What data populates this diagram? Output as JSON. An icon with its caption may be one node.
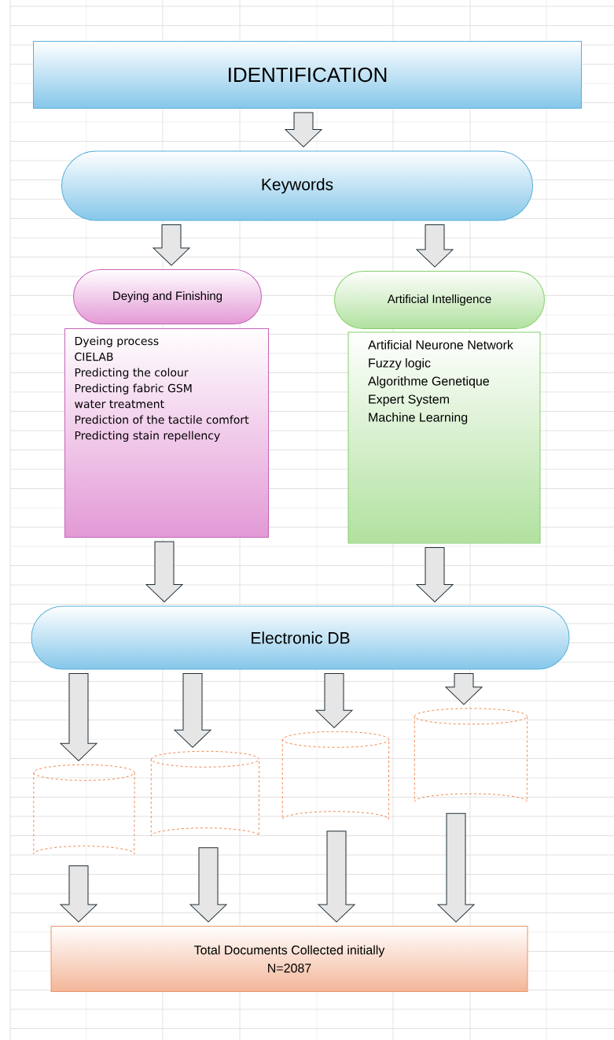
{
  "diagram": {
    "nodes": [
      {
        "text": [
          "IDENTIFICATION"
        ]
      },
      {
        "text": [
          "Keywords"
        ]
      },
      {
        "text": [
          "Deying and Finishing"
        ]
      },
      {
        "text": [
          "Dyeing process",
          "CIELAB",
          "Predicting the colour",
          "Predicting fabric GSM",
          "water treatment",
          "Prediction of the tactile comfort",
          "Predicting stain repellency"
        ]
      },
      {
        "text": [
          "Artificial Intelligence"
        ]
      },
      {
        "text": [
          "Artificial Neurone Network",
          "Fuzzy logic",
          "Algorithme Genetique",
          "Expert System",
          "Machine Learning"
        ]
      },
      {
        "text": [
          "Electronic DB"
        ]
      },
      {
        "text": [],
        "shape": "cylinder"
      },
      {
        "text": [],
        "shape": "cylinder"
      },
      {
        "text": [],
        "shape": "cylinder"
      },
      {
        "text": [],
        "shape": "cylinder"
      },
      {
        "text": [
          "Total Documents Collected initially",
          "N=2087"
        ]
      }
    ],
    "edges": [
      {
        "from": 0,
        "to": 1,
        "arrow": "to"
      },
      {
        "from": 1,
        "to": 2,
        "arrow": "to"
      },
      {
        "from": 1,
        "to": 4,
        "arrow": "to"
      },
      {
        "from": 3,
        "to": 6,
        "arrow": "to"
      },
      {
        "from": 5,
        "to": 6,
        "arrow": "to"
      },
      {
        "from": 6,
        "to": 7,
        "arrow": "to"
      },
      {
        "from": 6,
        "to": 8,
        "arrow": "to"
      },
      {
        "from": 6,
        "to": 9,
        "arrow": "to"
      },
      {
        "from": 6,
        "to": 10,
        "arrow": "to"
      },
      {
        "from": 7,
        "to": 11,
        "arrow": "to"
      },
      {
        "from": 8,
        "to": 11,
        "arrow": "to"
      },
      {
        "from": 9,
        "to": 11,
        "arrow": "to"
      },
      {
        "from": 10,
        "to": 11,
        "arrow": "to"
      }
    ]
  }
}
